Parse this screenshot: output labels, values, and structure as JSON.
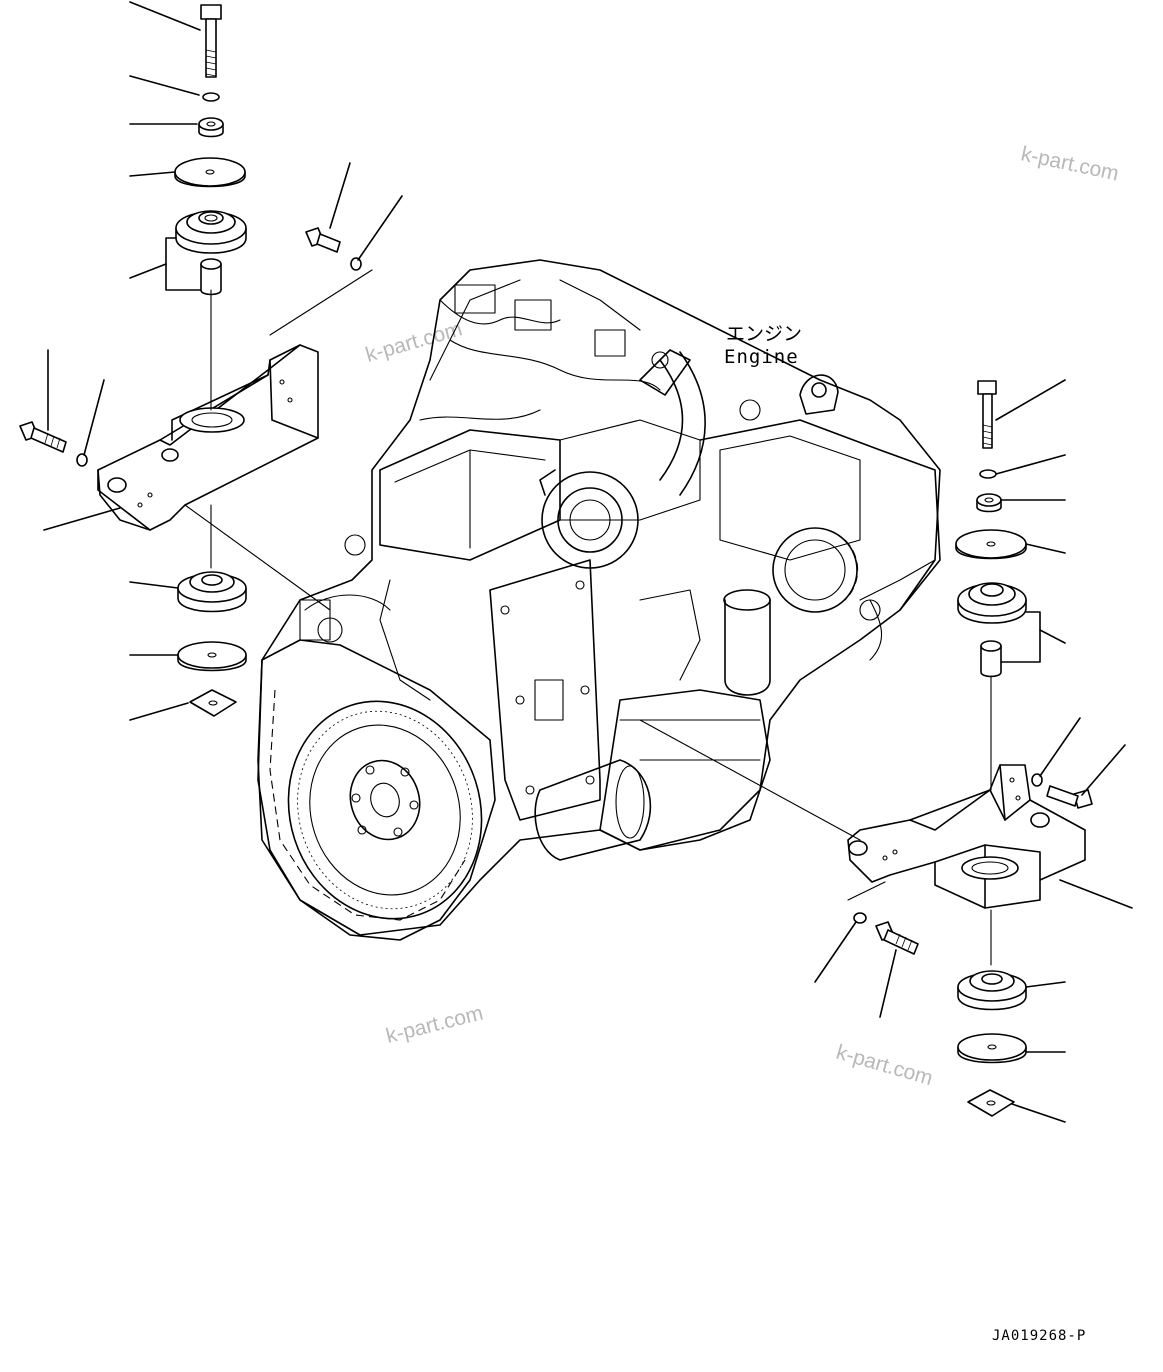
{
  "engine_label_jp": "エンジン",
  "engine_label_en": "Engine",
  "watermark": "k-part.com",
  "drawing_code": "JA019268-P"
}
